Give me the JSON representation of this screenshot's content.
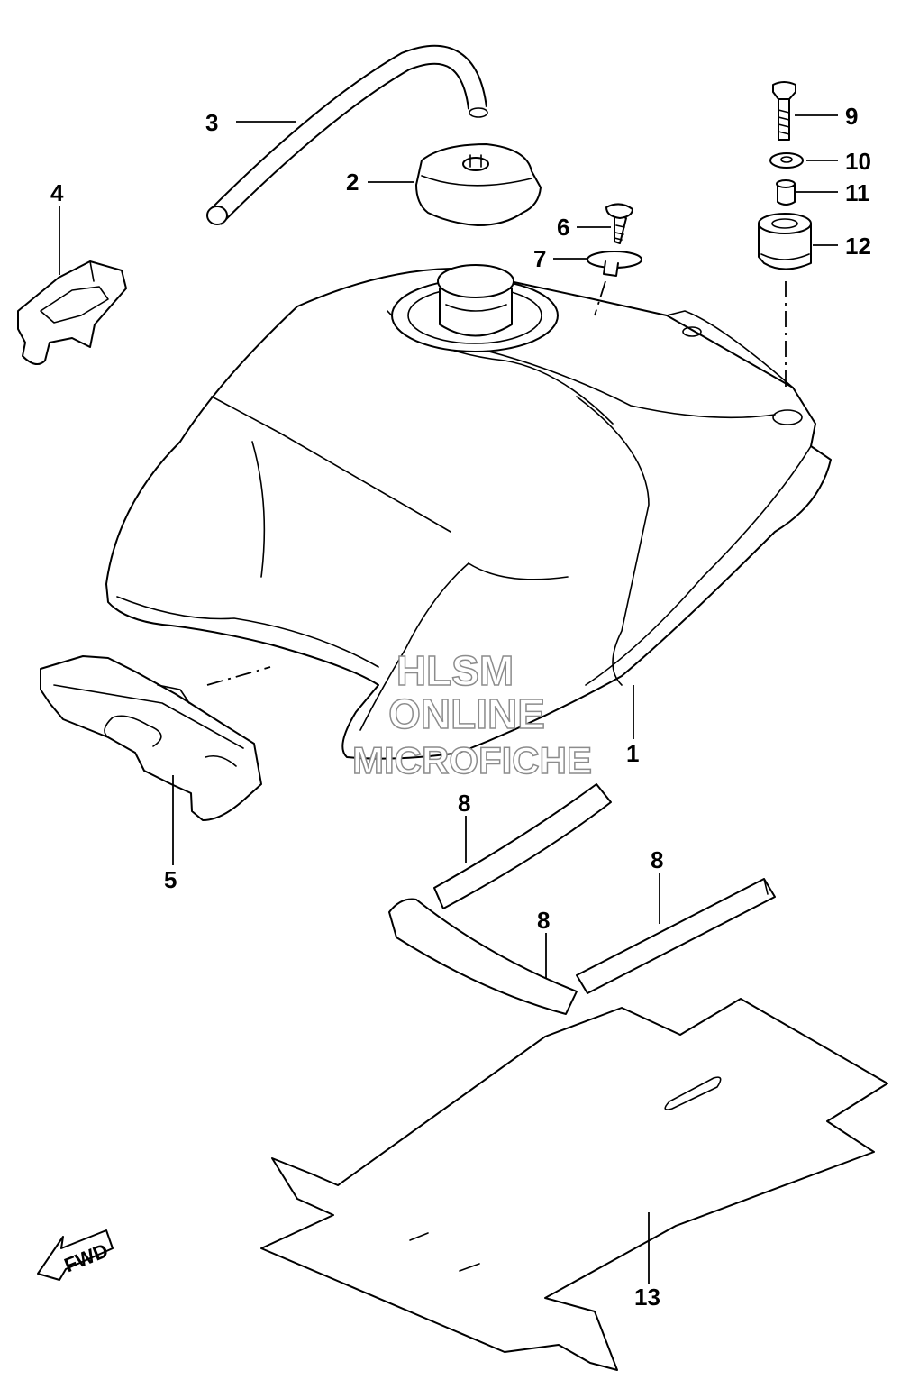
{
  "watermark": {
    "line1": "HLSM",
    "line2": "ONLINE",
    "line3": "MICROFICHE"
  },
  "fwd": {
    "label": "FWD"
  },
  "callouts": {
    "c1": "1",
    "c2": "2",
    "c3": "3",
    "c4": "4",
    "c5": "5",
    "c6": "6",
    "c7": "7",
    "c8a": "8",
    "c8b": "8",
    "c8c": "8",
    "c9": "9",
    "c10": "10",
    "c11": "11",
    "c12": "12",
    "c13": "13"
  },
  "colors": {
    "line": "#000000",
    "watermark_outline": "#8c8c8c",
    "background": "#ffffff"
  }
}
